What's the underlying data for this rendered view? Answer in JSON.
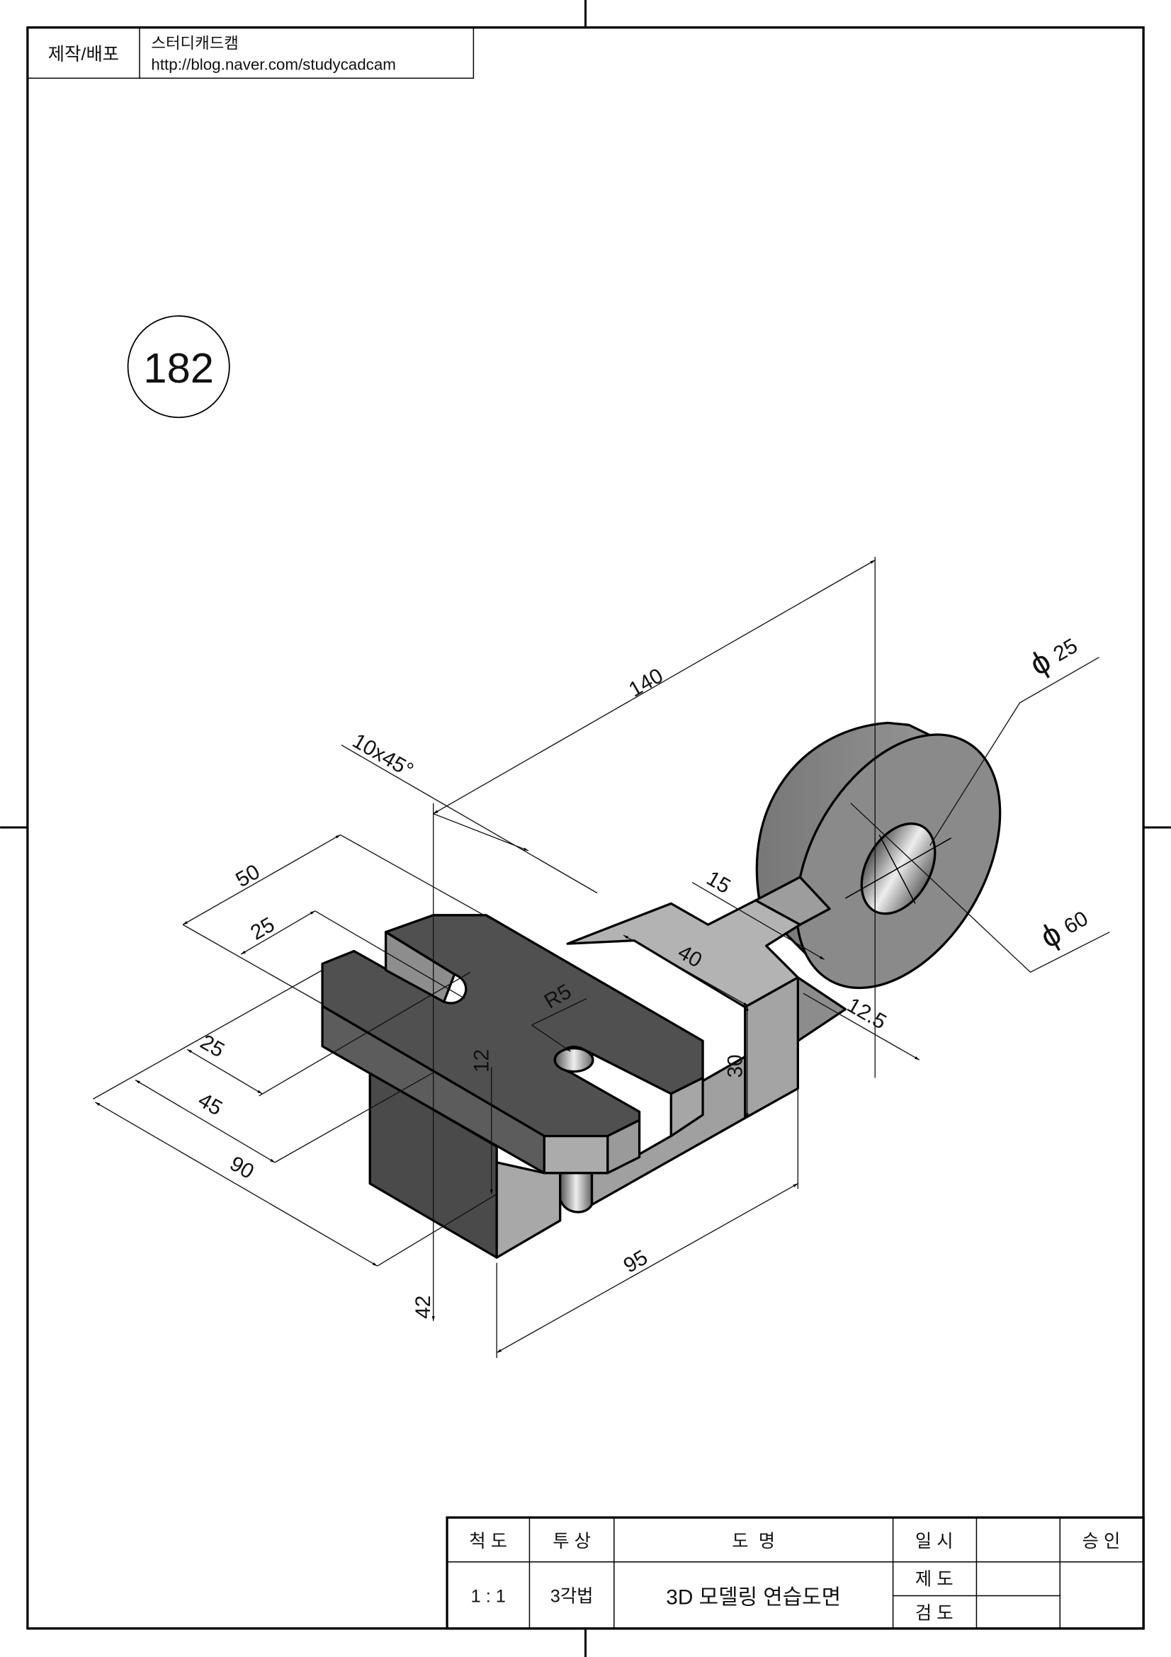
{
  "header": {
    "label": "제작/배포",
    "author": "스터디캐드캠",
    "url": "http://blog.naver.com/studycadcam"
  },
  "drawing_number": "182",
  "dimensions": {
    "d140": "140",
    "chamfer": "10x45°",
    "d50": "50",
    "d25_top": "25",
    "d25_left": "25",
    "d45": "45",
    "d90": "90",
    "d42": "42",
    "d12": "12",
    "r5": "R5",
    "d40": "40",
    "d15": "15",
    "d30": "30",
    "d12_5": "12.5",
    "d95": "95",
    "phi25": "25",
    "phi60": "60",
    "phi_symbol": "ϕ"
  },
  "title_block": {
    "scale_label": "척 도",
    "scale_value": "1 : 1",
    "projection_label": "투 상",
    "projection_value": "3각법",
    "name_label": "도  명",
    "name_value": "3D 모델링 연습도면",
    "date_label": "일 시",
    "drafted_label": "제 도",
    "checked_label": "검 도",
    "approval_label": "승 인"
  },
  "colors": {
    "dark_face": "#4d4d4d",
    "mid_face": "#6e6e6e",
    "light_face": "#a9a9a9"
  }
}
